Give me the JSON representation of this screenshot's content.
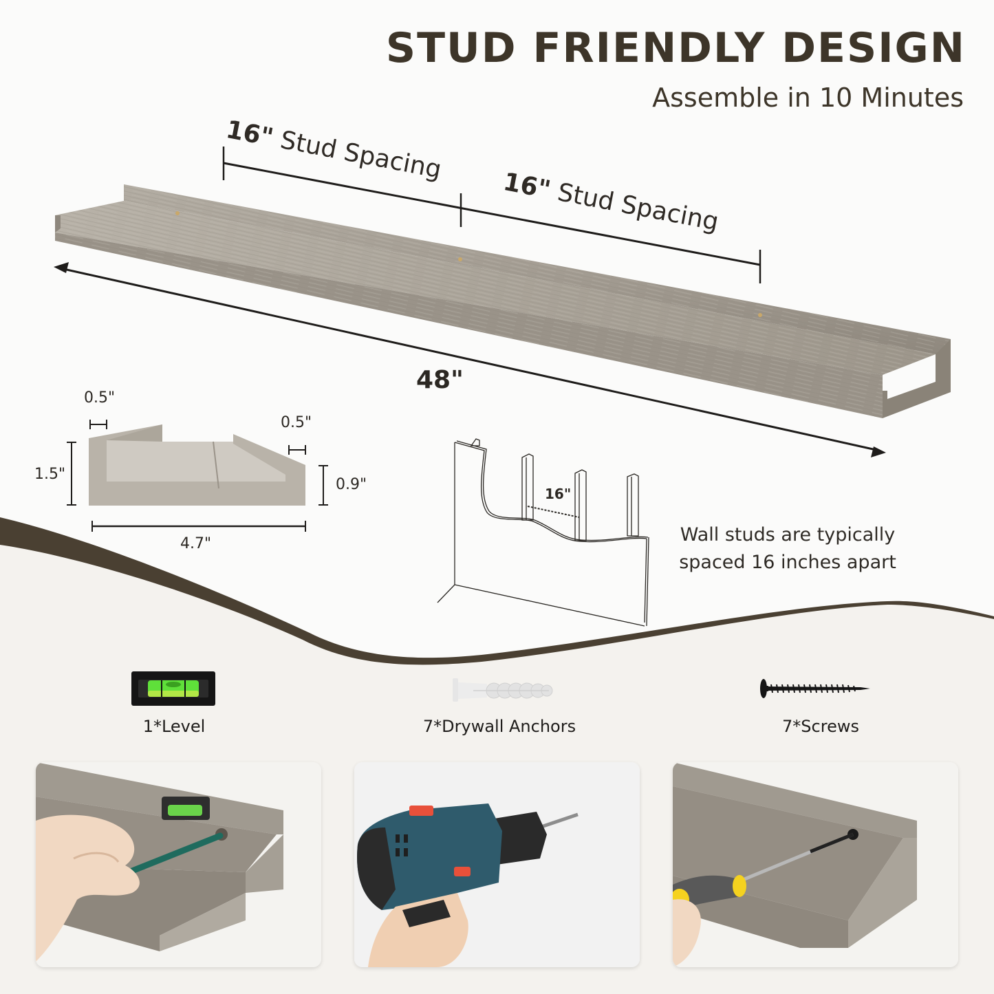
{
  "header": {
    "title": "STUD FRIENDLY DESIGN",
    "subtitle": "Assemble in 10 Minutes"
  },
  "shelf_diagram": {
    "stud_spacing_labels": [
      {
        "value": "16\"",
        "text": "Stud Spacing"
      },
      {
        "value": "16\"",
        "text": "Stud Spacing"
      }
    ],
    "length_label": "48\"",
    "shelf_color": "#a39c92"
  },
  "profile_diagram": {
    "back_lip_width": "0.5\"",
    "front_lip_width": "0.5\"",
    "back_height": "1.5\"",
    "front_height": "0.9\"",
    "depth": "4.7\""
  },
  "stud_diagram": {
    "spacing_label": "16\"",
    "note_line1": "Wall studs are typically",
    "note_line2": "spaced 16 inches apart"
  },
  "accessories": [
    {
      "icon": "level-icon",
      "label": "1*Level"
    },
    {
      "icon": "drywall-anchor-icon",
      "label": "7*Drywall Anchors"
    },
    {
      "icon": "screw-icon",
      "label": "7*Screws"
    }
  ],
  "steps": [
    {
      "name": "mark-holes-with-level-photo"
    },
    {
      "name": "drill-wall-photo"
    },
    {
      "name": "screw-shelf-photo"
    }
  ],
  "colors": {
    "text_dark": "#3d3529",
    "wave_band": "#4a4032",
    "top_bg": "#fbfbfa",
    "bottom_bg": "#f4f2ee",
    "level_green": "#5fe03a"
  }
}
